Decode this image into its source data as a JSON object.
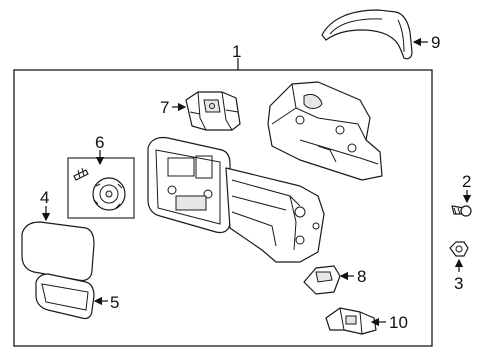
{
  "callouts": [
    {
      "id": "callout-1",
      "text": "1"
    },
    {
      "id": "callout-2",
      "text": "2"
    },
    {
      "id": "callout-3",
      "text": "3"
    },
    {
      "id": "callout-4",
      "text": "4"
    },
    {
      "id": "callout-5",
      "text": "5"
    },
    {
      "id": "callout-6",
      "text": "6"
    },
    {
      "id": "callout-7",
      "text": "7"
    },
    {
      "id": "callout-8",
      "text": "8"
    },
    {
      "id": "callout-9",
      "text": "9"
    },
    {
      "id": "callout-10",
      "text": "10"
    }
  ]
}
